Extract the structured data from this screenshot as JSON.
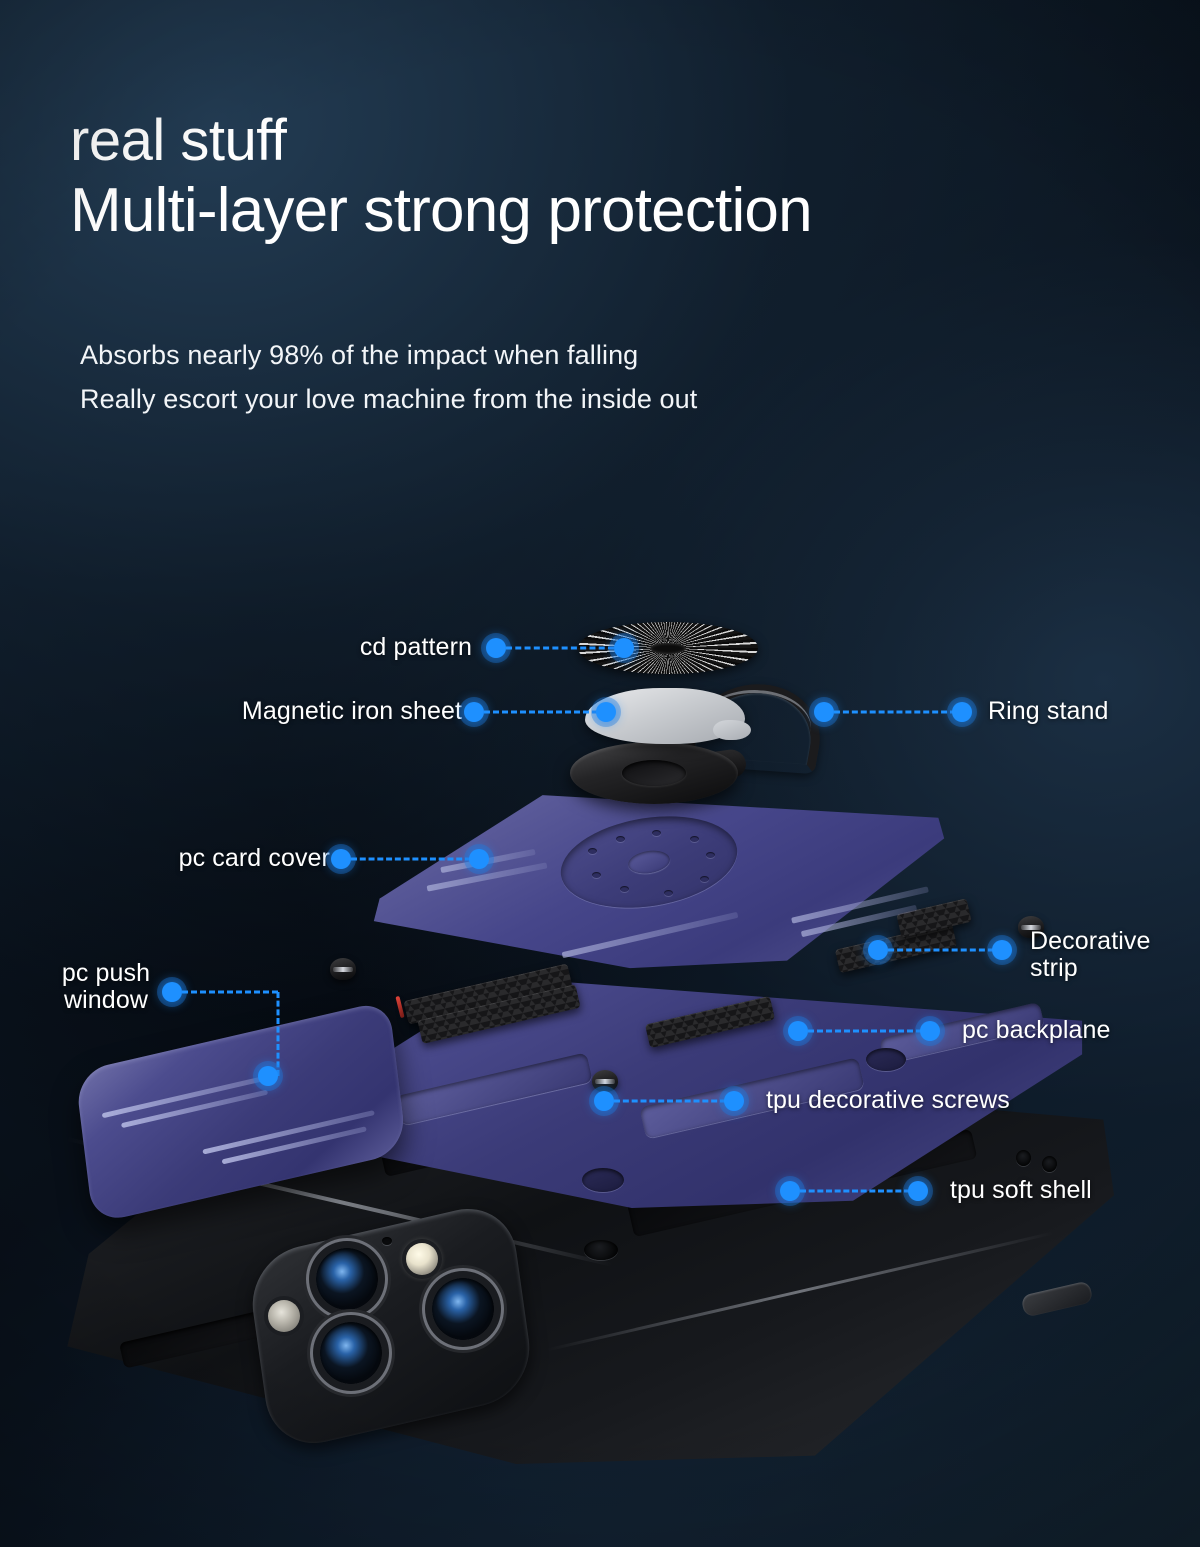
{
  "header": {
    "eyebrow": "real stuff",
    "title": "Multi-layer strong protection"
  },
  "subtitle": {
    "line1": "Absorbs nearly 98% of the impact when falling",
    "line2": "Really escort your love machine from the inside out"
  },
  "colors": {
    "accent_dot": "#1e90ff",
    "background_dark": "#0a141f",
    "background_slate": "#12222f",
    "case_blue": "#3b3b78",
    "case_blue_light": "#6d6dab",
    "shell_black": "#0f1114",
    "text_white": "#ffffff"
  },
  "callouts": [
    {
      "id": "cd-pattern",
      "label": "cd pattern",
      "side": "left"
    },
    {
      "id": "magnetic-iron-sheet",
      "label": "Magnetic iron sheet",
      "side": "left"
    },
    {
      "id": "ring-stand",
      "label": "Ring stand",
      "side": "right"
    },
    {
      "id": "pc-card-cover",
      "label": "pc card cover",
      "side": "left"
    },
    {
      "id": "decorative-strip",
      "label": "Decorative\nstrip",
      "side": "right"
    },
    {
      "id": "pc-push-window",
      "label": "pc push\nwindow",
      "side": "left"
    },
    {
      "id": "pc-backplane",
      "label": "pc backplane",
      "side": "right"
    },
    {
      "id": "tpu-decorative-screws",
      "label": "tpu decorative screws",
      "side": "right"
    },
    {
      "id": "tpu-soft-shell",
      "label": "tpu soft shell",
      "side": "right"
    }
  ],
  "diagram": {
    "name": "exploded-phone-case-layers",
    "layers": [
      "cd pattern disc",
      "Magnetic iron sheet",
      "Ring stand",
      "pc card cover",
      "Decorative strip",
      "pc push window",
      "pc backplane",
      "tpu decorative screws",
      "tpu soft shell"
    ]
  }
}
